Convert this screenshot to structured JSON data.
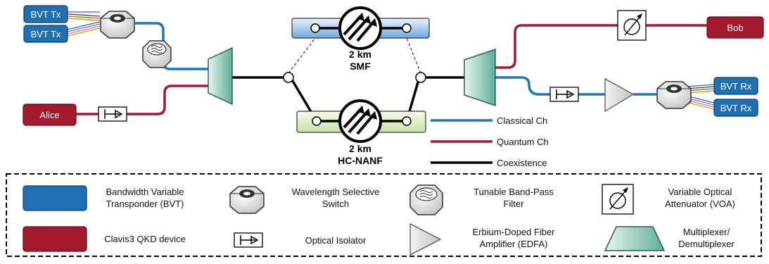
{
  "colors": {
    "classical": "#1f77b4",
    "quantum": "#a3193a",
    "coexistence": "#000000",
    "bvt_fill": "#1f6fb5",
    "qkd_fill": "#a3192e",
    "mux_fill": "#8fc9b8"
  },
  "devices": {
    "bvt_tx_1": "BVT Tx",
    "bvt_tx_2": "BVT Tx",
    "bvt_rx_1": "BVT Rx",
    "bvt_rx_2": "BVT Rx",
    "alice": "Alice",
    "bob": "Bob"
  },
  "fibers": {
    "smf_length": "2 km",
    "smf_type": "SMF",
    "hc_length": "2 km",
    "hc_type": "HC-NANF"
  },
  "channel_legend": [
    {
      "label": "Classical Ch",
      "color": "#1f77b4"
    },
    {
      "label": "Quantum Ch",
      "color": "#a3193a"
    },
    {
      "label": "Coexistence",
      "color": "#000000"
    }
  ],
  "legend": {
    "bvt": [
      "Bandwidth Variable",
      "Transponder (BVT)"
    ],
    "qkd": "Clavis3 QKD device",
    "wss": [
      "Wavelength Selective",
      "Switch"
    ],
    "isolator": "Optical Isolator",
    "tbpf": [
      "Tunable Band-Pass",
      "Filter"
    ],
    "edfa": [
      "Erbium-Doped Fiber",
      "Amplifier (EDFA)"
    ],
    "voa": [
      "Variable Optical",
      "Attenuator (VOA)"
    ],
    "mux": [
      "Multiplexer/",
      "Demultiplexer"
    ]
  }
}
